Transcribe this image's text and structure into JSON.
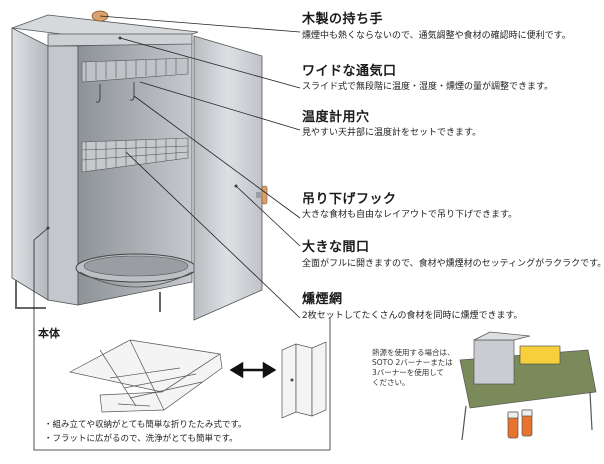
{
  "features": [
    {
      "title": "木製の持ち手",
      "desc": "燻煙中も熱くならないので、通気調整や食材の確認時に便利です。"
    },
    {
      "title": "ワイドな通気口",
      "desc": "スライド式で無段階に温度・湿度・燻煙の量が調整できます。"
    },
    {
      "title": "温度計用穴",
      "desc": "見やすい天井部に温度計をセットできます。"
    },
    {
      "title": "吊り下げフック",
      "desc": "大きな食材も自由なレイアウトで吊り下げできます。"
    },
    {
      "title": "大きな間口",
      "desc": "全面がフルに開きますので、食材や燻煙材のセッティングがラクラクです。"
    },
    {
      "title": "燻煙網",
      "desc": "2枚セットしてたくさんの食材を同時に燻煙できます。"
    }
  ],
  "body_section": {
    "label": "本体",
    "notes": [
      "・組み立てや収納がとても簡単な折りたたみ式です。",
      "・フラットに広がるので、洗浄がとても簡単です。"
    ]
  },
  "heat_source_note": {
    "lines": [
      "熱源を使用する場合は、",
      "SOTO 2バーナーまたは",
      "3バーナーを使用して",
      "ください。"
    ]
  },
  "colors": {
    "steel": "#c9ccd0",
    "steel_dark": "#8e9297",
    "wood": "#d9a26a",
    "line": "#222222"
  }
}
